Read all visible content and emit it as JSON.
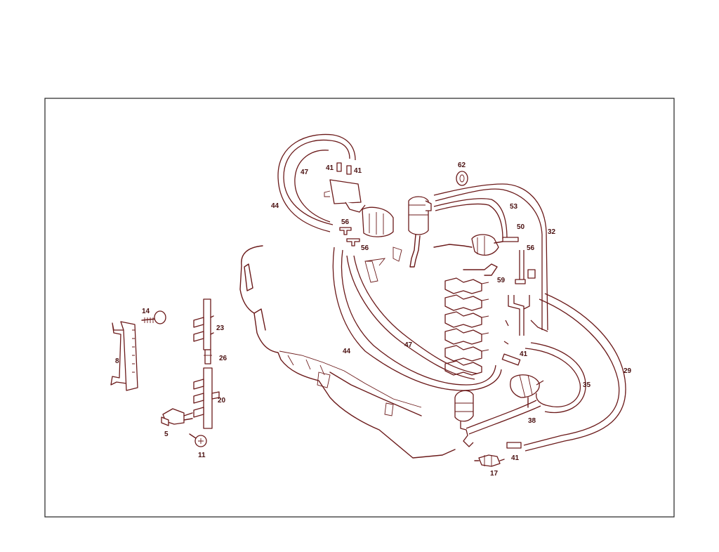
{
  "diagram": {
    "part_labels": [
      "47",
      "41",
      "41",
      "44",
      "62",
      "53",
      "32",
      "50",
      "56",
      "56",
      "56",
      "59",
      "14",
      "23",
      "8",
      "26",
      "20",
      "5",
      "11",
      "44",
      "47",
      "41",
      "35",
      "29",
      "38",
      "41",
      "17"
    ]
  },
  "colors": {
    "line": "#6b1a1a",
    "label": "#4a1010",
    "frame": "#222222",
    "background": "#ffffff"
  }
}
